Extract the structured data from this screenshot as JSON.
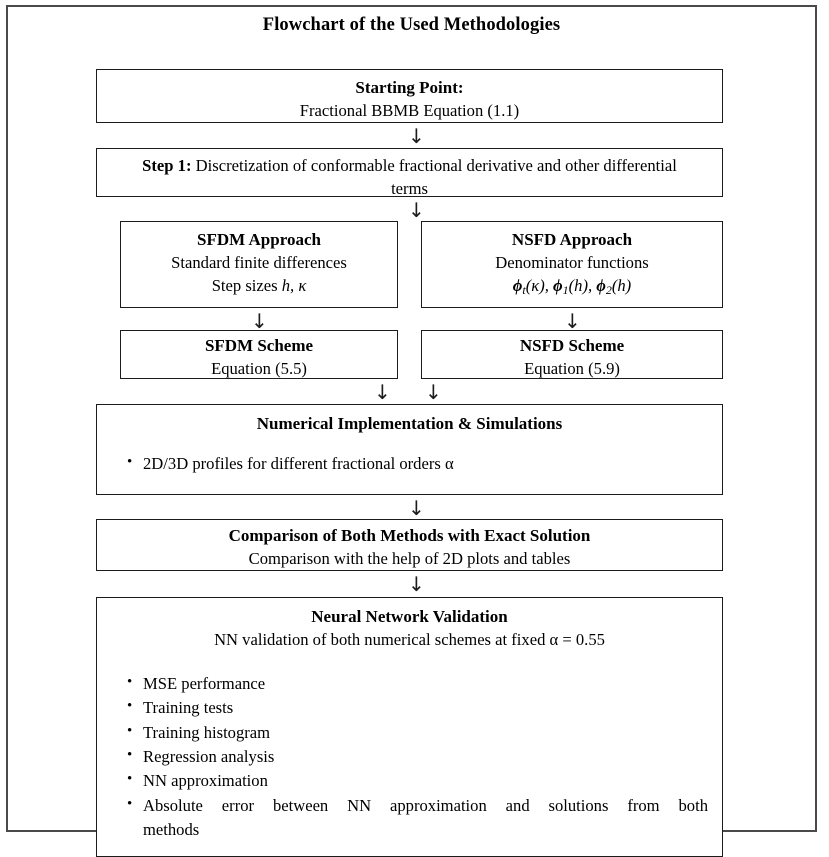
{
  "diagram": {
    "title": "Flowchart of the Used Methodologies",
    "arrow_glyph": "↓",
    "bullet_glyph": "•",
    "border_color": "#1c1c1c",
    "frame_color": "#4a4a4a",
    "nodes": {
      "starting_point": {
        "heading": "Starting Point:",
        "line1": "Fractional BBMB Equation (1.1)"
      },
      "step1": {
        "label": "Step 1:",
        "text": " Discretization of conformable fractional derivative and other differential terms"
      },
      "sfdm_approach": {
        "heading": "SFDM Approach",
        "line1": "Standard finite differences",
        "line2_prefix": "Step sizes ",
        "line2_math": "h, κ"
      },
      "nsfd_approach": {
        "heading": "NSFD Approach",
        "line1": "Denominator functions",
        "line2_math": "ϕt(κ), ϕ1(h), ϕ2(h)"
      },
      "sfdm_scheme": {
        "heading": "SFDM Scheme",
        "line1": "Equation (5.5)"
      },
      "nsfd_scheme": {
        "heading": "NSFD Scheme",
        "line1": "Equation (5.9)"
      },
      "numerical_implementation": {
        "heading": "Numerical Implementation & Simulations",
        "bullets": [
          "2D/3D profiles for different fractional orders α"
        ]
      },
      "comparison": {
        "heading": "Comparison of Both Methods with Exact Solution",
        "line1": "Comparison with the help of 2D plots and tables"
      },
      "neural_network": {
        "heading": "Neural Network Validation",
        "line1": "NN validation of both numerical schemes at fixed α = 0.55",
        "bullets": [
          "MSE performance",
          "Training tests",
          "Training histogram",
          "Regression analysis",
          "NN approximation"
        ],
        "last_bullet_line1": "Absolute error between NN approximation and solutions from both",
        "last_bullet_line2": "methods"
      }
    }
  }
}
